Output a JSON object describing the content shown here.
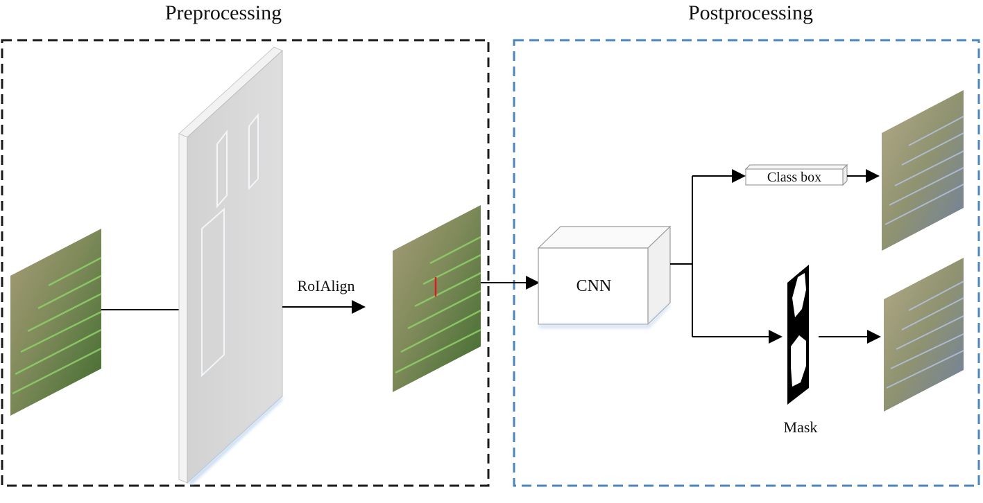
{
  "sections": {
    "left_title": "Preprocessing",
    "right_title": "Postprocessing"
  },
  "labels": {
    "roialign": "RoIAlign",
    "cnn": "CNN",
    "class_box": "Class box",
    "mask": "Mask"
  },
  "colors": {
    "left_border": "#1a1a1a",
    "right_border": "#4a86c0",
    "plane_face": "#d8d8d8",
    "plane_edge": "#f3f3f3",
    "arrow": "#000000",
    "field_green": "#4f7a32",
    "field_tan": "#a59a76",
    "field_blue": "#6f7fa6"
  }
}
